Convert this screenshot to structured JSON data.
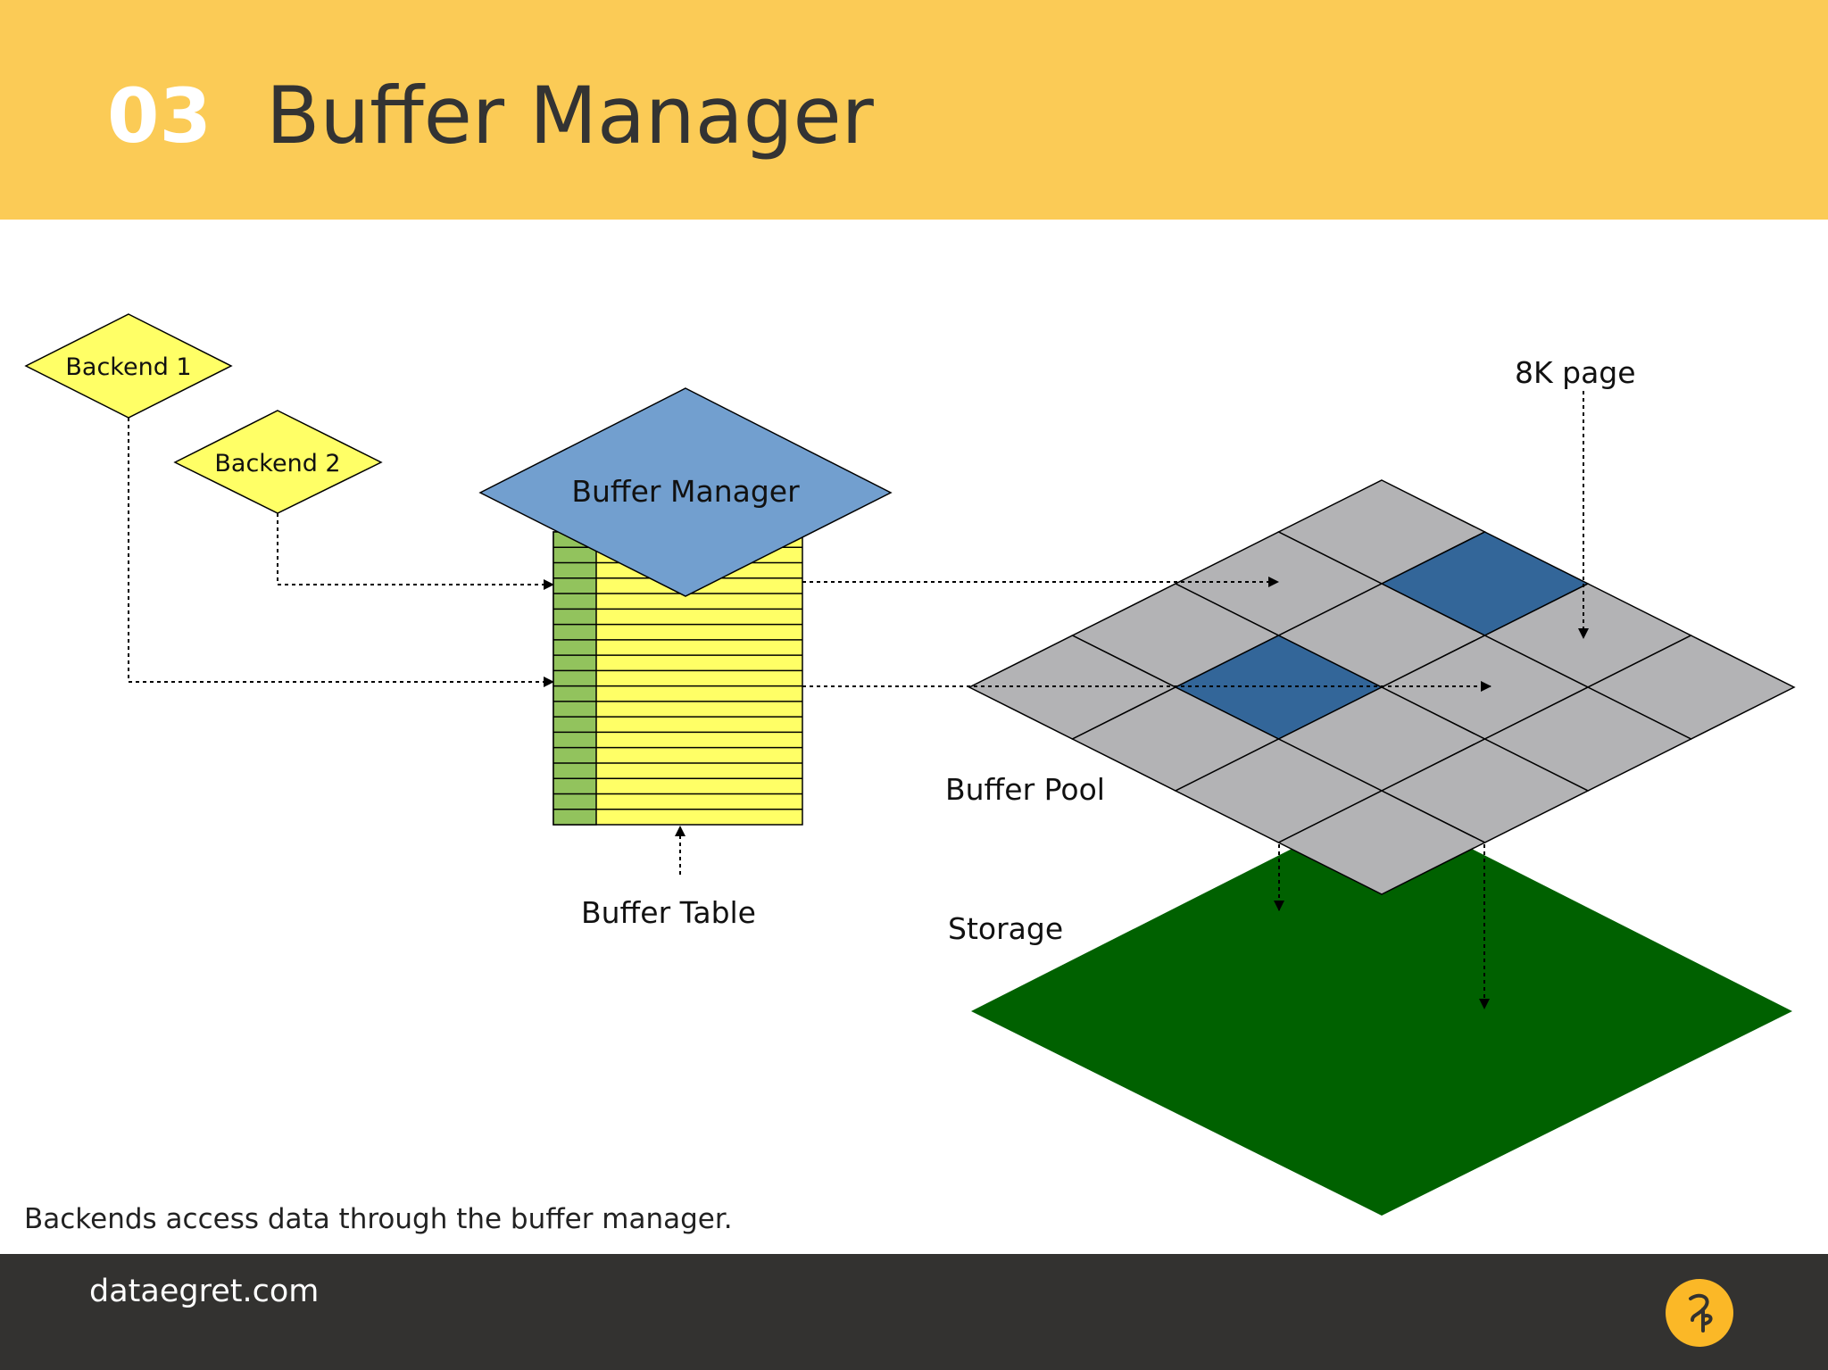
{
  "header": {
    "number": "03",
    "title": "Buffer Manager"
  },
  "diagram": {
    "backend_1": "Backend 1",
    "backend_2": "Backend 2",
    "buffer_manager": "Buffer Manager",
    "buffer_table": "Buffer Table",
    "buffer_pool": "Buffer Pool",
    "storage": "Storage",
    "page_label": "8K page"
  },
  "caption": "Backends access data through the buffer manager.",
  "footer": {
    "url": "dataegret.com",
    "logo": "dataegret-logo-icon"
  },
  "colors": {
    "header_bg": "#fbcb56",
    "footer_bg": "#333230",
    "backend_fill": "#ffff66",
    "manager_fill": "#729fcf",
    "table_fill": "#ffff66",
    "table_key_fill": "#92c35d",
    "pool_page": "#b3b3b5",
    "pool_page_highlight": "#336699",
    "storage_fill": "#006100"
  }
}
